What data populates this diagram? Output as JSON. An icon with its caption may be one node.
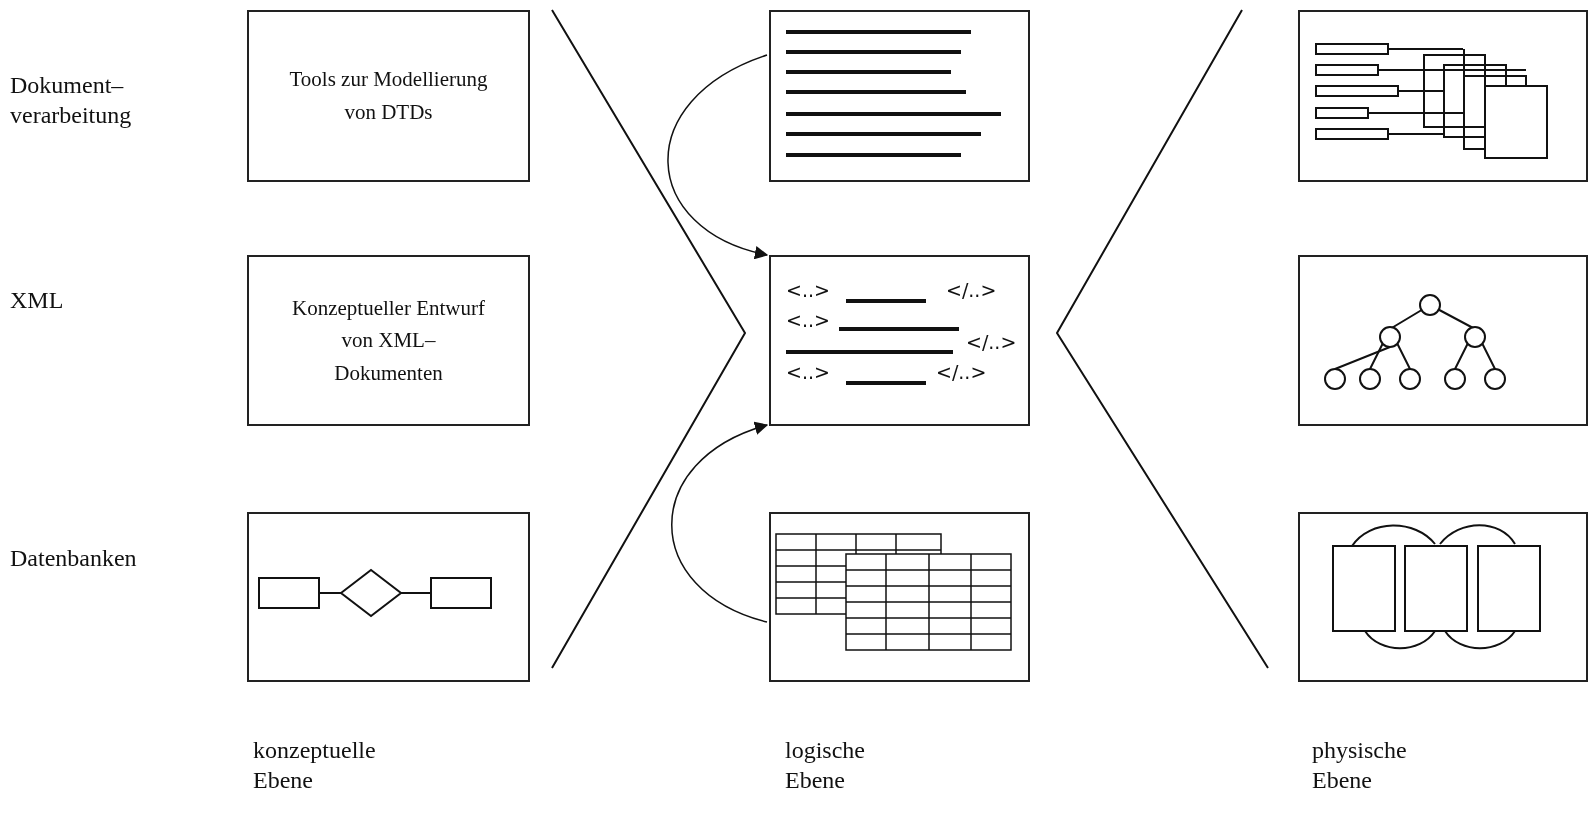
{
  "diagram": {
    "nodes": [
      {
        "text": [
          "Tools zur Modellierung von DTDs"
        ]
      },
      {
        "text": [],
        "shape": "picture"
      },
      {
        "text": [],
        "shape": "picture"
      },
      {
        "text": [
          "Konzeptueller Entwurf von XML– Dokumenten"
        ]
      },
      {
        "text": [
          "<..>",
          "</..>",
          "<..>",
          "</..>",
          "<..>",
          "</..>"
        ]
      },
      {
        "text": [],
        "shape": "picture"
      },
      {
        "text": [],
        "shape": "picture"
      },
      {
        "text": [],
        "shape": "picture"
      },
      {
        "text": [],
        "shape": "picture"
      }
    ],
    "edges": [
      {
        "from": 1,
        "to": 4,
        "arrow": "to"
      },
      {
        "from": 7,
        "to": 4,
        "arrow": "to"
      }
    ],
    "labels": [
      "Dokument– verarbeitung",
      "XML",
      "Datenbanken",
      "konzeptuelle Ebene",
      "logische Ebene",
      "physische Ebene"
    ]
  }
}
